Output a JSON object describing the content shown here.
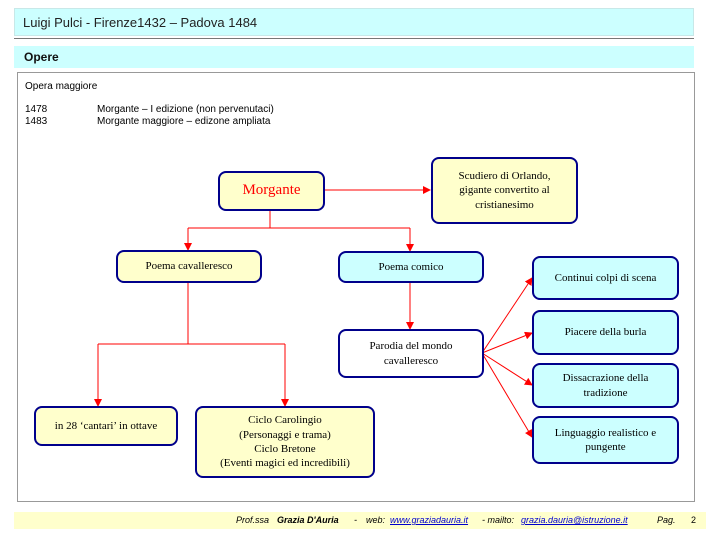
{
  "header": {
    "title": "Luigi Pulci - Firenze1432 – Padova 1484"
  },
  "section": {
    "title": "Opere"
  },
  "content": {
    "heading": "Opera maggiore",
    "rows": [
      {
        "year": "1478",
        "text": "Morgante – I edizione (non pervenutaci)"
      },
      {
        "year": "1483",
        "text": "Morgante maggiore – edizone ampliata"
      }
    ]
  },
  "diagram": {
    "morgante": "Morgante",
    "scudiero": "Scudiero di Orlando,\ngigante convertito al\ncristianesimo",
    "poema_cavalleresco": "Poema cavalleresco",
    "poema_comico": "Poema comico",
    "parodia": "Parodia del mondo\ncavalleresco",
    "cantari": "in 28 ‘cantari’ in ottave",
    "cicli": "Ciclo Carolingio\n(Personaggi e trama)\nCiclo Bretone\n(Eventi magici ed incredibili)",
    "continui": "Continui colpi di scena",
    "piacere": "Piacere della burla",
    "dissacrazione": "Dissacrazione della\ntradizione",
    "linguaggio": "Linguaggio realistico e\npungente",
    "accent_color": "#ff0000",
    "border_color": "#00008b"
  },
  "footer": {
    "prof": "Prof.ssa",
    "name": "Grazia D'Auria",
    "dash": "-",
    "web_label": "web:",
    "web_url": "www.graziadauria.it",
    "mail_label": "- mailto:",
    "mail": "grazia.dauria@istruzione.it",
    "pag_label": "Pag.",
    "page": "2"
  }
}
